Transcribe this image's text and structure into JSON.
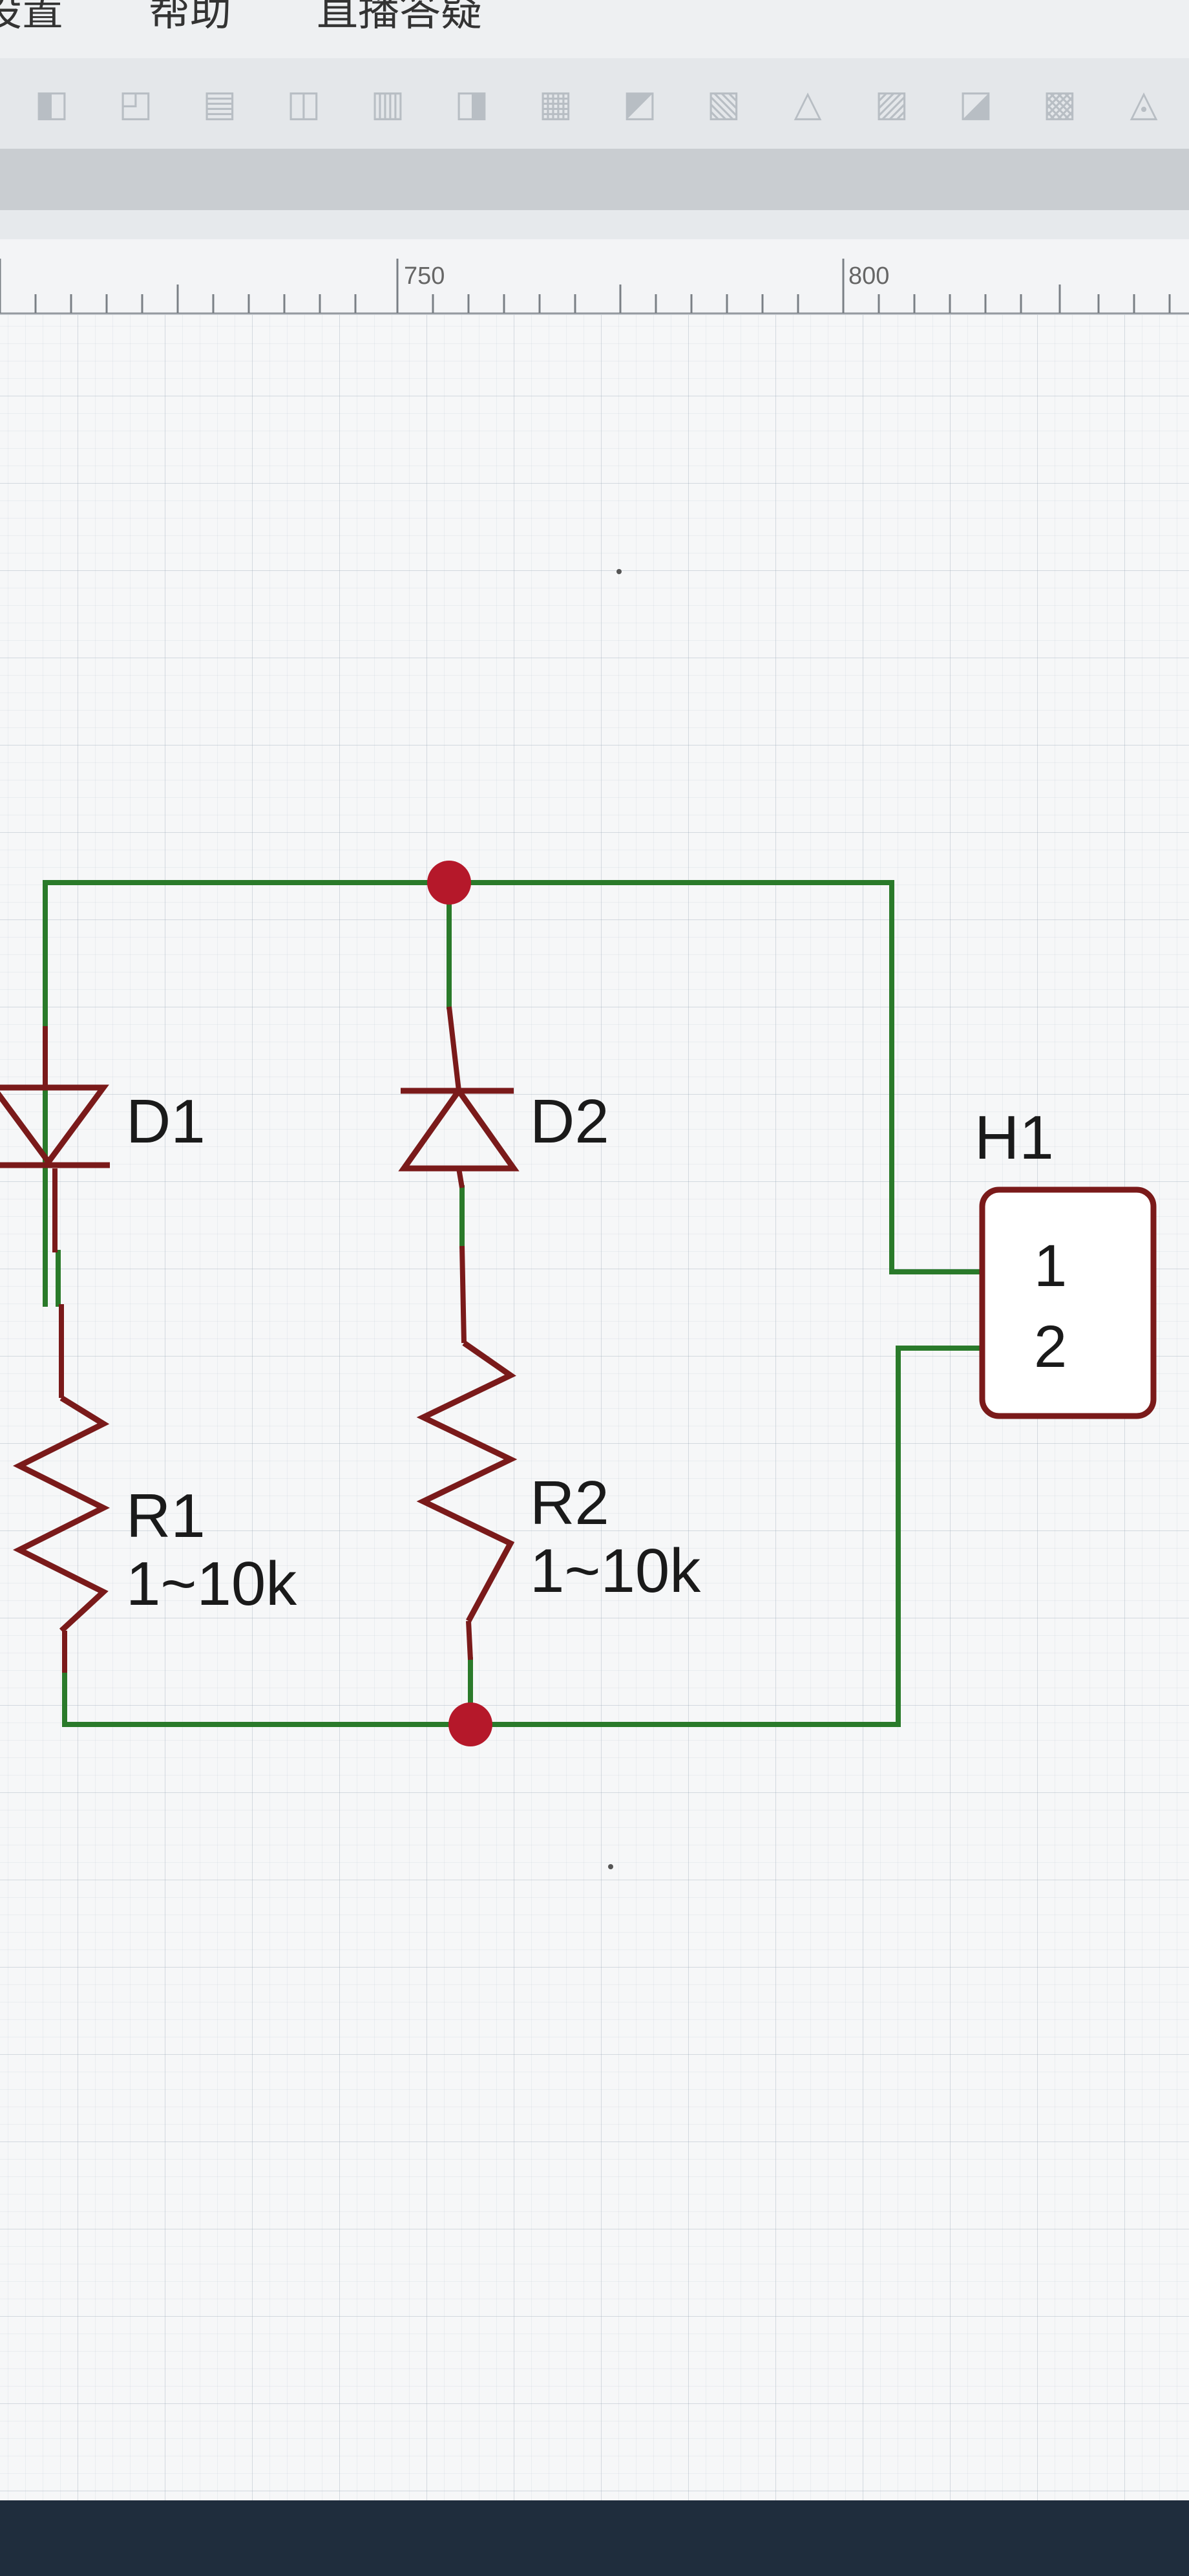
{
  "menu": {
    "items": [
      "设置",
      "帮助",
      "直播答疑"
    ]
  },
  "ruler": {
    "labels": [
      "750",
      "800"
    ]
  },
  "schematic": {
    "components": [
      {
        "ref": "D1",
        "value": ""
      },
      {
        "ref": "D2",
        "value": ""
      },
      {
        "ref": "R1",
        "value": "1~10k"
      },
      {
        "ref": "R2",
        "value": "1~10k"
      },
      {
        "ref": "H1",
        "pins": [
          "1",
          "2"
        ]
      }
    ]
  },
  "colors": {
    "wire": "#2a7a2a",
    "component": "#7a1a1a",
    "junction": "#b5182a",
    "label": "#1a1a1a"
  },
  "icons": [
    "toolbar-icon"
  ]
}
